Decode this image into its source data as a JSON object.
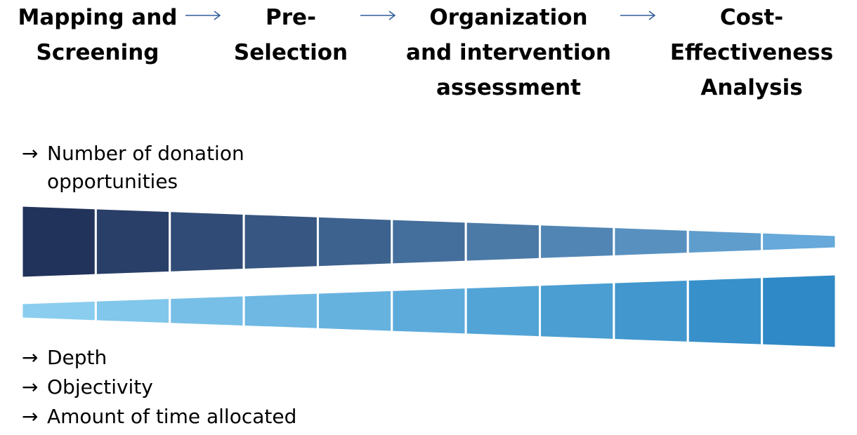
{
  "stages": [
    {
      "line1": "Mapping and",
      "line2": "Screening",
      "line3": ""
    },
    {
      "line1": "Pre-",
      "line2": "Selection",
      "line3": ""
    },
    {
      "line1": "Organization",
      "line2": "and intervention",
      "line3": "assessment"
    },
    {
      "line1": "Cost-",
      "line2": "Effectiveness",
      "line3": "Analysis"
    }
  ],
  "top_note": {
    "arrow": "→",
    "line1": "Number of donation",
    "line2": "opportunities"
  },
  "bottom_notes": [
    {
      "arrow": "→",
      "text": "Depth"
    },
    {
      "arrow": "→",
      "text": "Objectivity"
    },
    {
      "arrow": "→",
      "text": "Amount of time allocated"
    }
  ],
  "colors": {
    "flow_arrow": "#2e5c9a",
    "top_funnel_start": "#1f2d55",
    "top_funnel_end": "#69afe0",
    "bottom_funnel_start": "#8fd0f1",
    "bottom_funnel_end": "#2a86c4",
    "segment_divider": "#ffffff"
  },
  "funnel_segments": 11
}
